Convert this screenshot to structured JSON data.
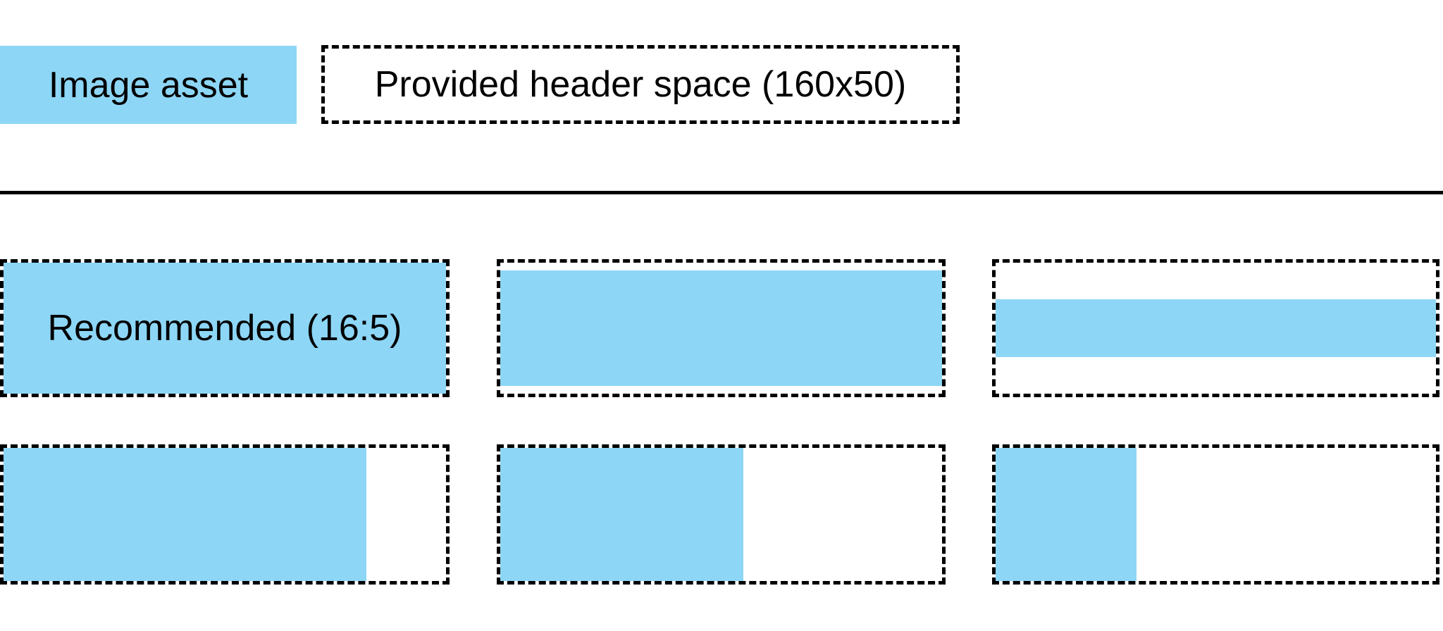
{
  "colors": {
    "image_asset": "#8DD6F6",
    "outline": "#000000",
    "text": "#000000",
    "background": "#FFFFFF"
  },
  "legend": {
    "image_asset_label": "Image asset",
    "header_space_label": "Provided header space (160x50)"
  },
  "examples": [
    {
      "name": "recommended-16-5",
      "label": "Recommended (16:5)",
      "fill": {
        "width_pct": 100,
        "height_pct": 100,
        "h_align": "left",
        "v_align": "top"
      }
    },
    {
      "name": "full-width-reduced-height",
      "label": "",
      "fill": {
        "width_pct": 100,
        "height_pct": 88,
        "h_align": "left",
        "v_align": "center"
      }
    },
    {
      "name": "full-width-thin-strip",
      "label": "",
      "fill": {
        "width_pct": 100,
        "height_pct": 44,
        "h_align": "left",
        "v_align": "center"
      }
    },
    {
      "name": "full-height-wide",
      "label": "",
      "fill": {
        "width_pct": 82,
        "height_pct": 100,
        "h_align": "left",
        "v_align": "top"
      }
    },
    {
      "name": "full-height-medium",
      "label": "",
      "fill": {
        "width_pct": 55,
        "height_pct": 100,
        "h_align": "left",
        "v_align": "top"
      }
    },
    {
      "name": "full-height-narrow",
      "label": "",
      "fill": {
        "width_pct": 32,
        "height_pct": 100,
        "h_align": "left",
        "v_align": "top"
      }
    }
  ]
}
